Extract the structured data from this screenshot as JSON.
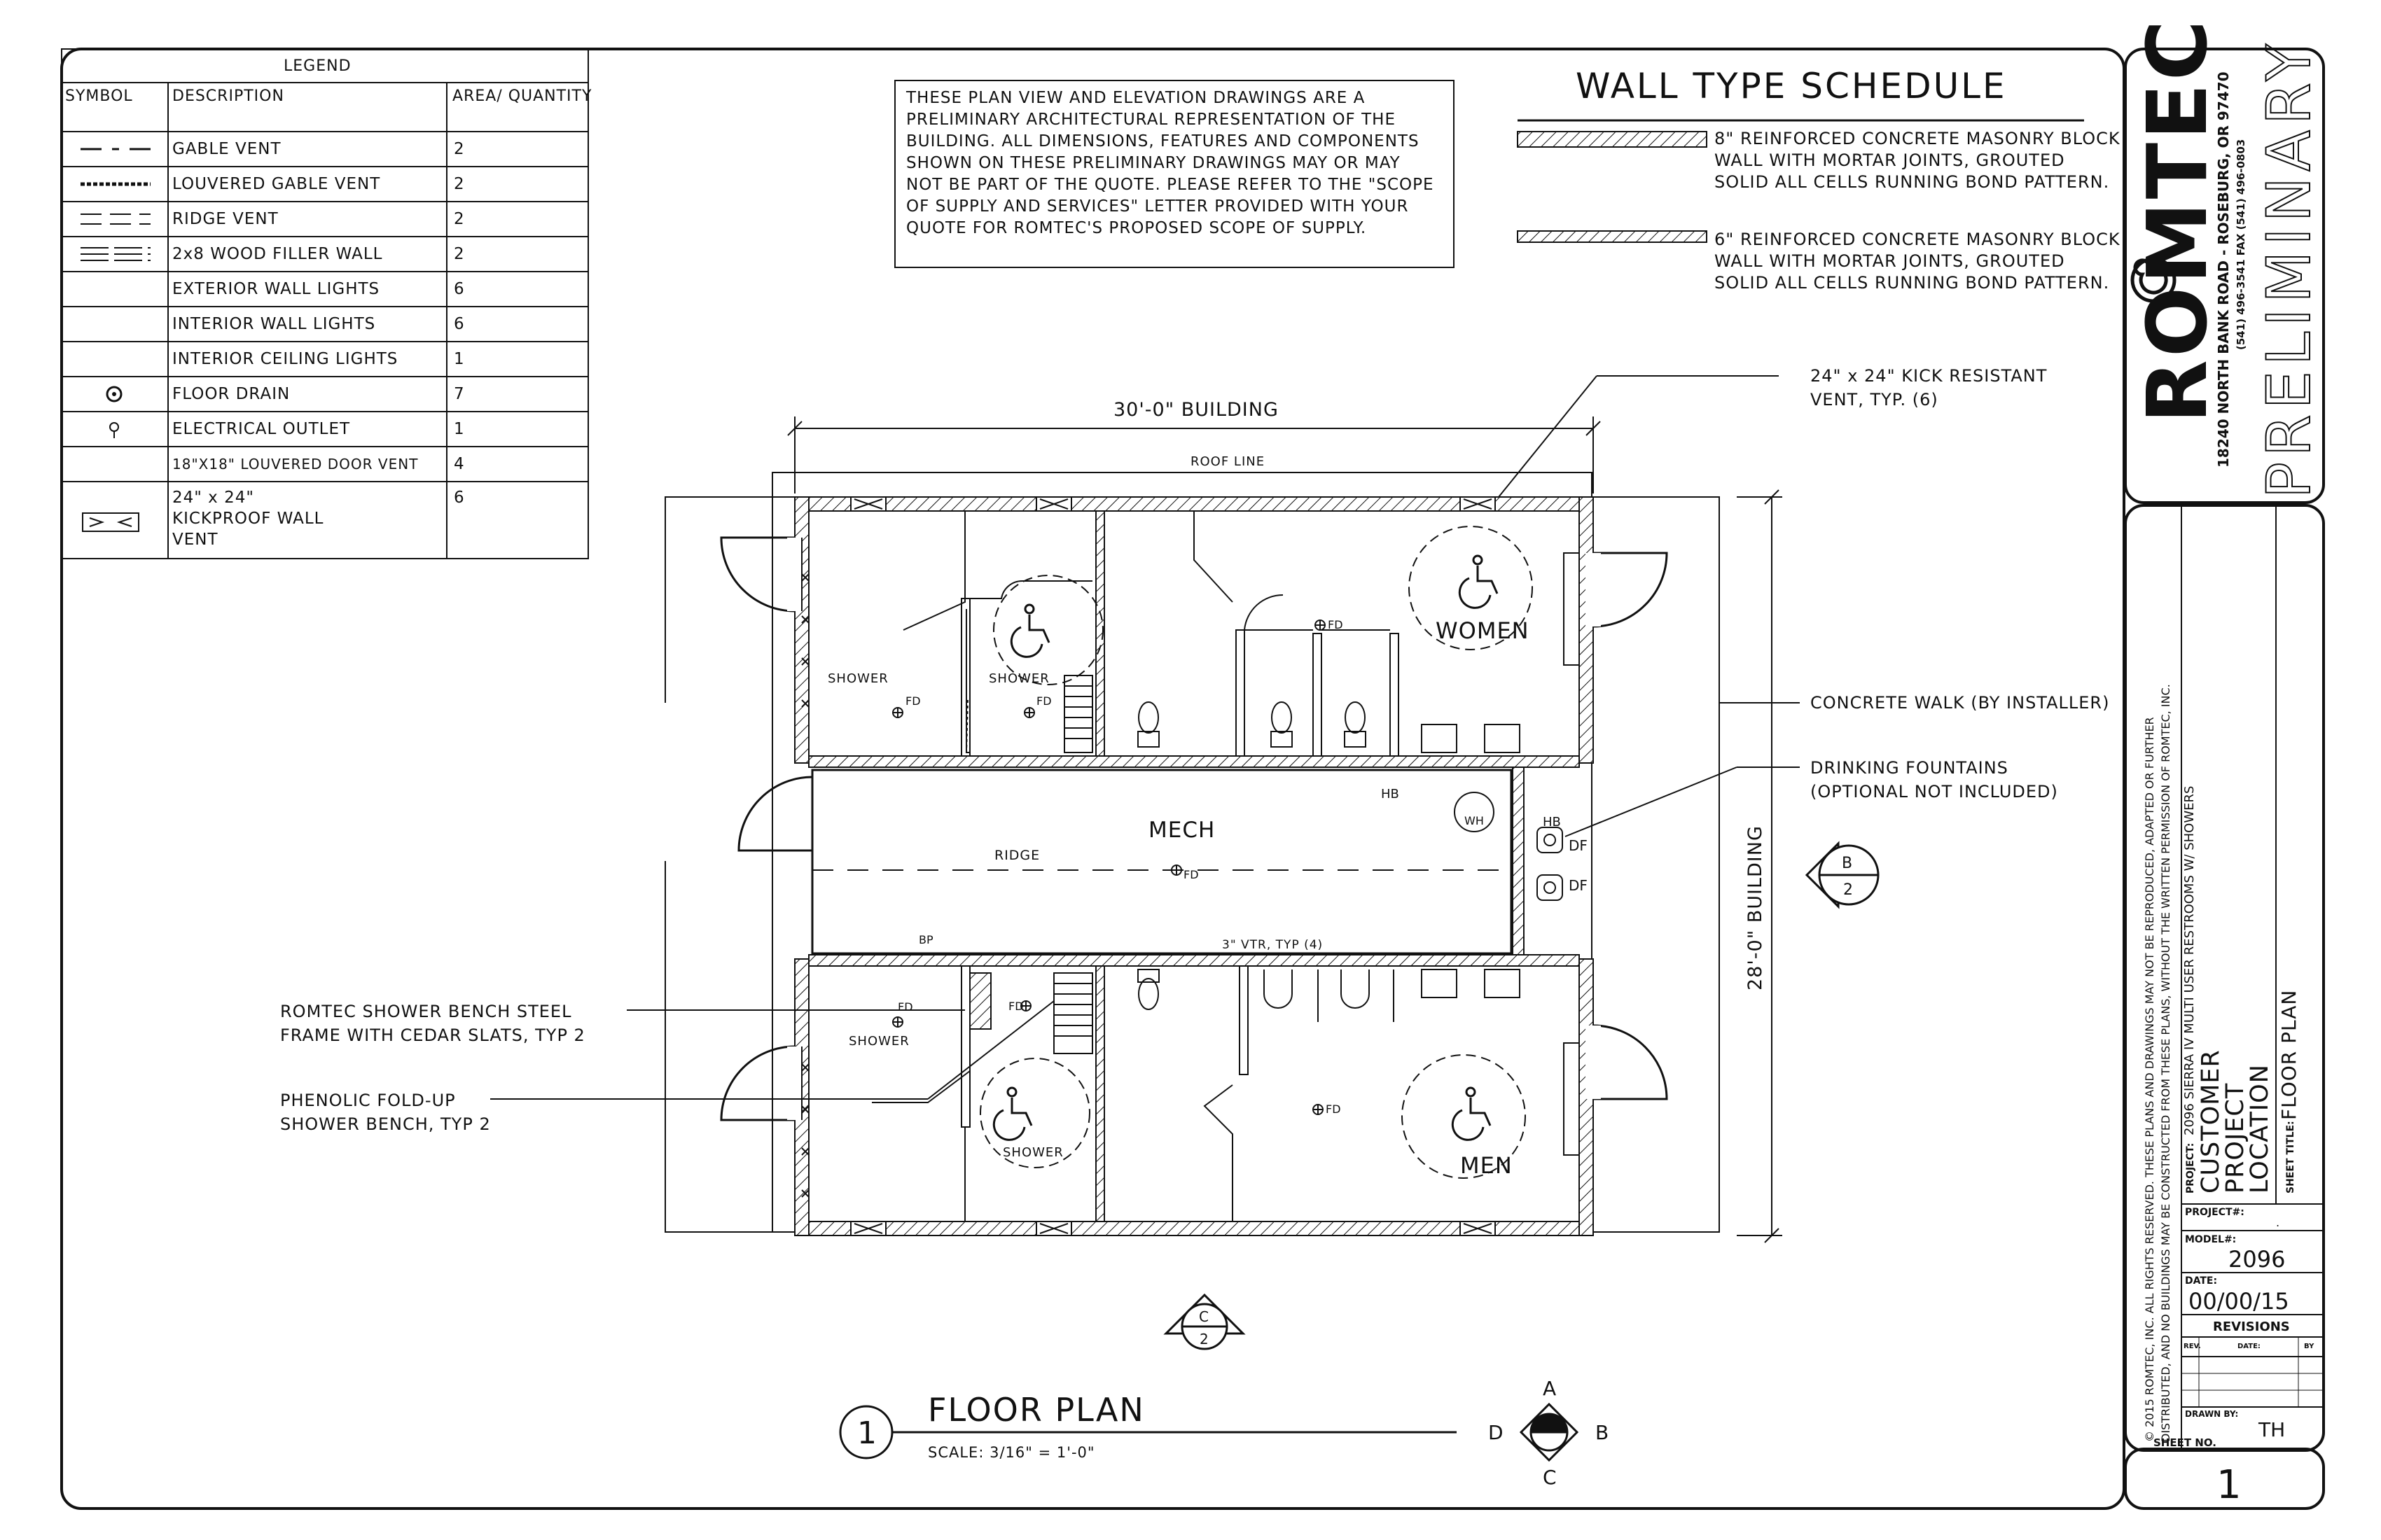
{
  "legend": {
    "title": "LEGEND",
    "headers": [
      "SYMBOL",
      "DESCRIPTION",
      "AREA/ QUANTITY"
    ],
    "rows": [
      {
        "symbol": "gable-vent-line",
        "description": "GABLE VENT",
        "quantity": "2"
      },
      {
        "symbol": "louvered-gable-vent-line",
        "description": "LOUVERED GABLE VENT",
        "quantity": "2"
      },
      {
        "symbol": "ridge-vent-line",
        "description": "RIDGE VENT",
        "quantity": "2"
      },
      {
        "symbol": "filler-wall-lines",
        "description": "2x8 WOOD FILLER WALL",
        "quantity": "2"
      },
      {
        "symbol": "",
        "description": "EXTERIOR WALL LIGHTS",
        "quantity": "6"
      },
      {
        "symbol": "",
        "description": "INTERIOR WALL LIGHTS",
        "quantity": "6"
      },
      {
        "symbol": "",
        "description": "INTERIOR CEILING LIGHTS",
        "quantity": "1"
      },
      {
        "symbol": "floor-drain-icon",
        "description": "FLOOR DRAIN",
        "quantity": "7"
      },
      {
        "symbol": "outlet-icon",
        "description": "ELECTRICAL OUTLET",
        "quantity": "1"
      },
      {
        "symbol": "",
        "description": "18\"X18\" LOUVERED DOOR VENT",
        "quantity": "4"
      },
      {
        "symbol": "kickproof-vent-icon",
        "description": "24\" x 24\" KICKPROOF WALL VENT",
        "quantity": "6"
      }
    ]
  },
  "disclaimer": "THESE PLAN VIEW AND ELEVATION DRAWINGS ARE A PRELIMINARY ARCHITECTURAL REPRESENTATION OF THE BUILDING. ALL DIMENSIONS, FEATURES AND COMPONENTS SHOWN ON THESE PRELIMINARY DRAWINGS MAY OR MAY NOT BE PART OF THE QUOTE. PLEASE REFER TO THE \"SCOPE OF SUPPLY AND SERVICES\" LETTER PROVIDED WITH YOUR QUOTE FOR ROMTEC'S PROPOSED SCOPE OF SUPPLY.",
  "wall_schedule": {
    "title": "WALL TYPE SCHEDULE",
    "items": [
      "8\" REINFORCED CONCRETE MASONRY BLOCK WALL WITH MORTAR JOINTS, GROUTED SOLID ALL CELLS RUNNING BOND PATTERN.",
      "6\" REINFORCED CONCRETE MASONRY BLOCK WALL WITH MORTAR JOINTS, GROUTED SOLID ALL CELLS RUNNING BOND PATTERN."
    ]
  },
  "callouts": {
    "kick_vent": [
      "24\" x 24\" KICK RESISTANT",
      "VENT, TYP. (6)"
    ],
    "concrete_walk": "CONCRETE WALK (BY INSTALLER)",
    "drinking_fountains": [
      "DRINKING FOUNTAINS",
      "(OPTIONAL NOT INCLUDED)"
    ],
    "shower_bench": [
      "ROMTEC SHOWER BENCH STEEL",
      "FRAME WITH CEDAR SLATS, TYP 2"
    ],
    "fold_up_bench": [
      "PHENOLIC FOLD-UP",
      "SHOWER BENCH, TYP 2"
    ]
  },
  "plan": {
    "dim_width": "30'-0\" BUILDING",
    "dim_depth": "28'-0\" BUILDING",
    "roof_line": "ROOF LINE",
    "room_women": "WOMEN",
    "room_men": "MEN",
    "room_mech": "MECH",
    "ridge": "RIDGE",
    "shower": "SHOWER",
    "fd": "FD",
    "hb": "HB",
    "wh": "WH",
    "df": "DF",
    "bp": "BP",
    "vtr": "3\" VTR, TYP (4)"
  },
  "section_marks": {
    "b_letter": "B",
    "b_num": "2",
    "c_letter": "C",
    "c_num": "2",
    "compass_n": "A",
    "compass_e": "B",
    "compass_s": "C",
    "compass_w": "D"
  },
  "drawing_title": {
    "number": "1",
    "title": "FLOOR PLAN",
    "scale": "SCALE: 3/16\" = 1'-0\""
  },
  "title_block": {
    "company": "ROMTEC",
    "address": "18240 NORTH BANK ROAD - ROSEBURG, OR 97470",
    "phone": "(541) 496-3541    FAX (541) 496-0803",
    "stamp": "PRELIMINARY",
    "copyright": [
      "© 2015 ROMTEC, INC.  ALL RIGHTS RESERVED.  THESE PLANS AND DRAWINGS MAY NOT BE REPRODUCED, ADAPTED OR FURTHER",
      "DISTRIBUTED, AND NO BUILDINGS MAY BE CONSTRUCTED FROM THESE PLANS, WITHOUT THE WRITTEN PERMISSION OF ROMTEC, INC."
    ],
    "project_label": "PROJECT:",
    "project": "2096 SIERRA IV MULTI USER RESTROOMS W/ SHOWERS",
    "customer": "CUSTOMER",
    "project_name": "PROJECT",
    "location": "LOCATION",
    "sheet_title_label": "SHEET TITLE:",
    "sheet_title": "FLOOR PLAN",
    "project_no_label": "PROJECT#:",
    "project_no": ".",
    "model_label": "MODEL#:",
    "model": "2096",
    "date_label": "DATE:",
    "date": "00/00/15",
    "revisions_label": "REVISIONS",
    "rev_cols": [
      "REV.",
      "DATE:",
      "BY"
    ],
    "drawn_by_label": "DRAWN BY:",
    "drawn_by": "TH",
    "sheet_no_label": "SHEET NO.",
    "sheet_no": "1"
  }
}
